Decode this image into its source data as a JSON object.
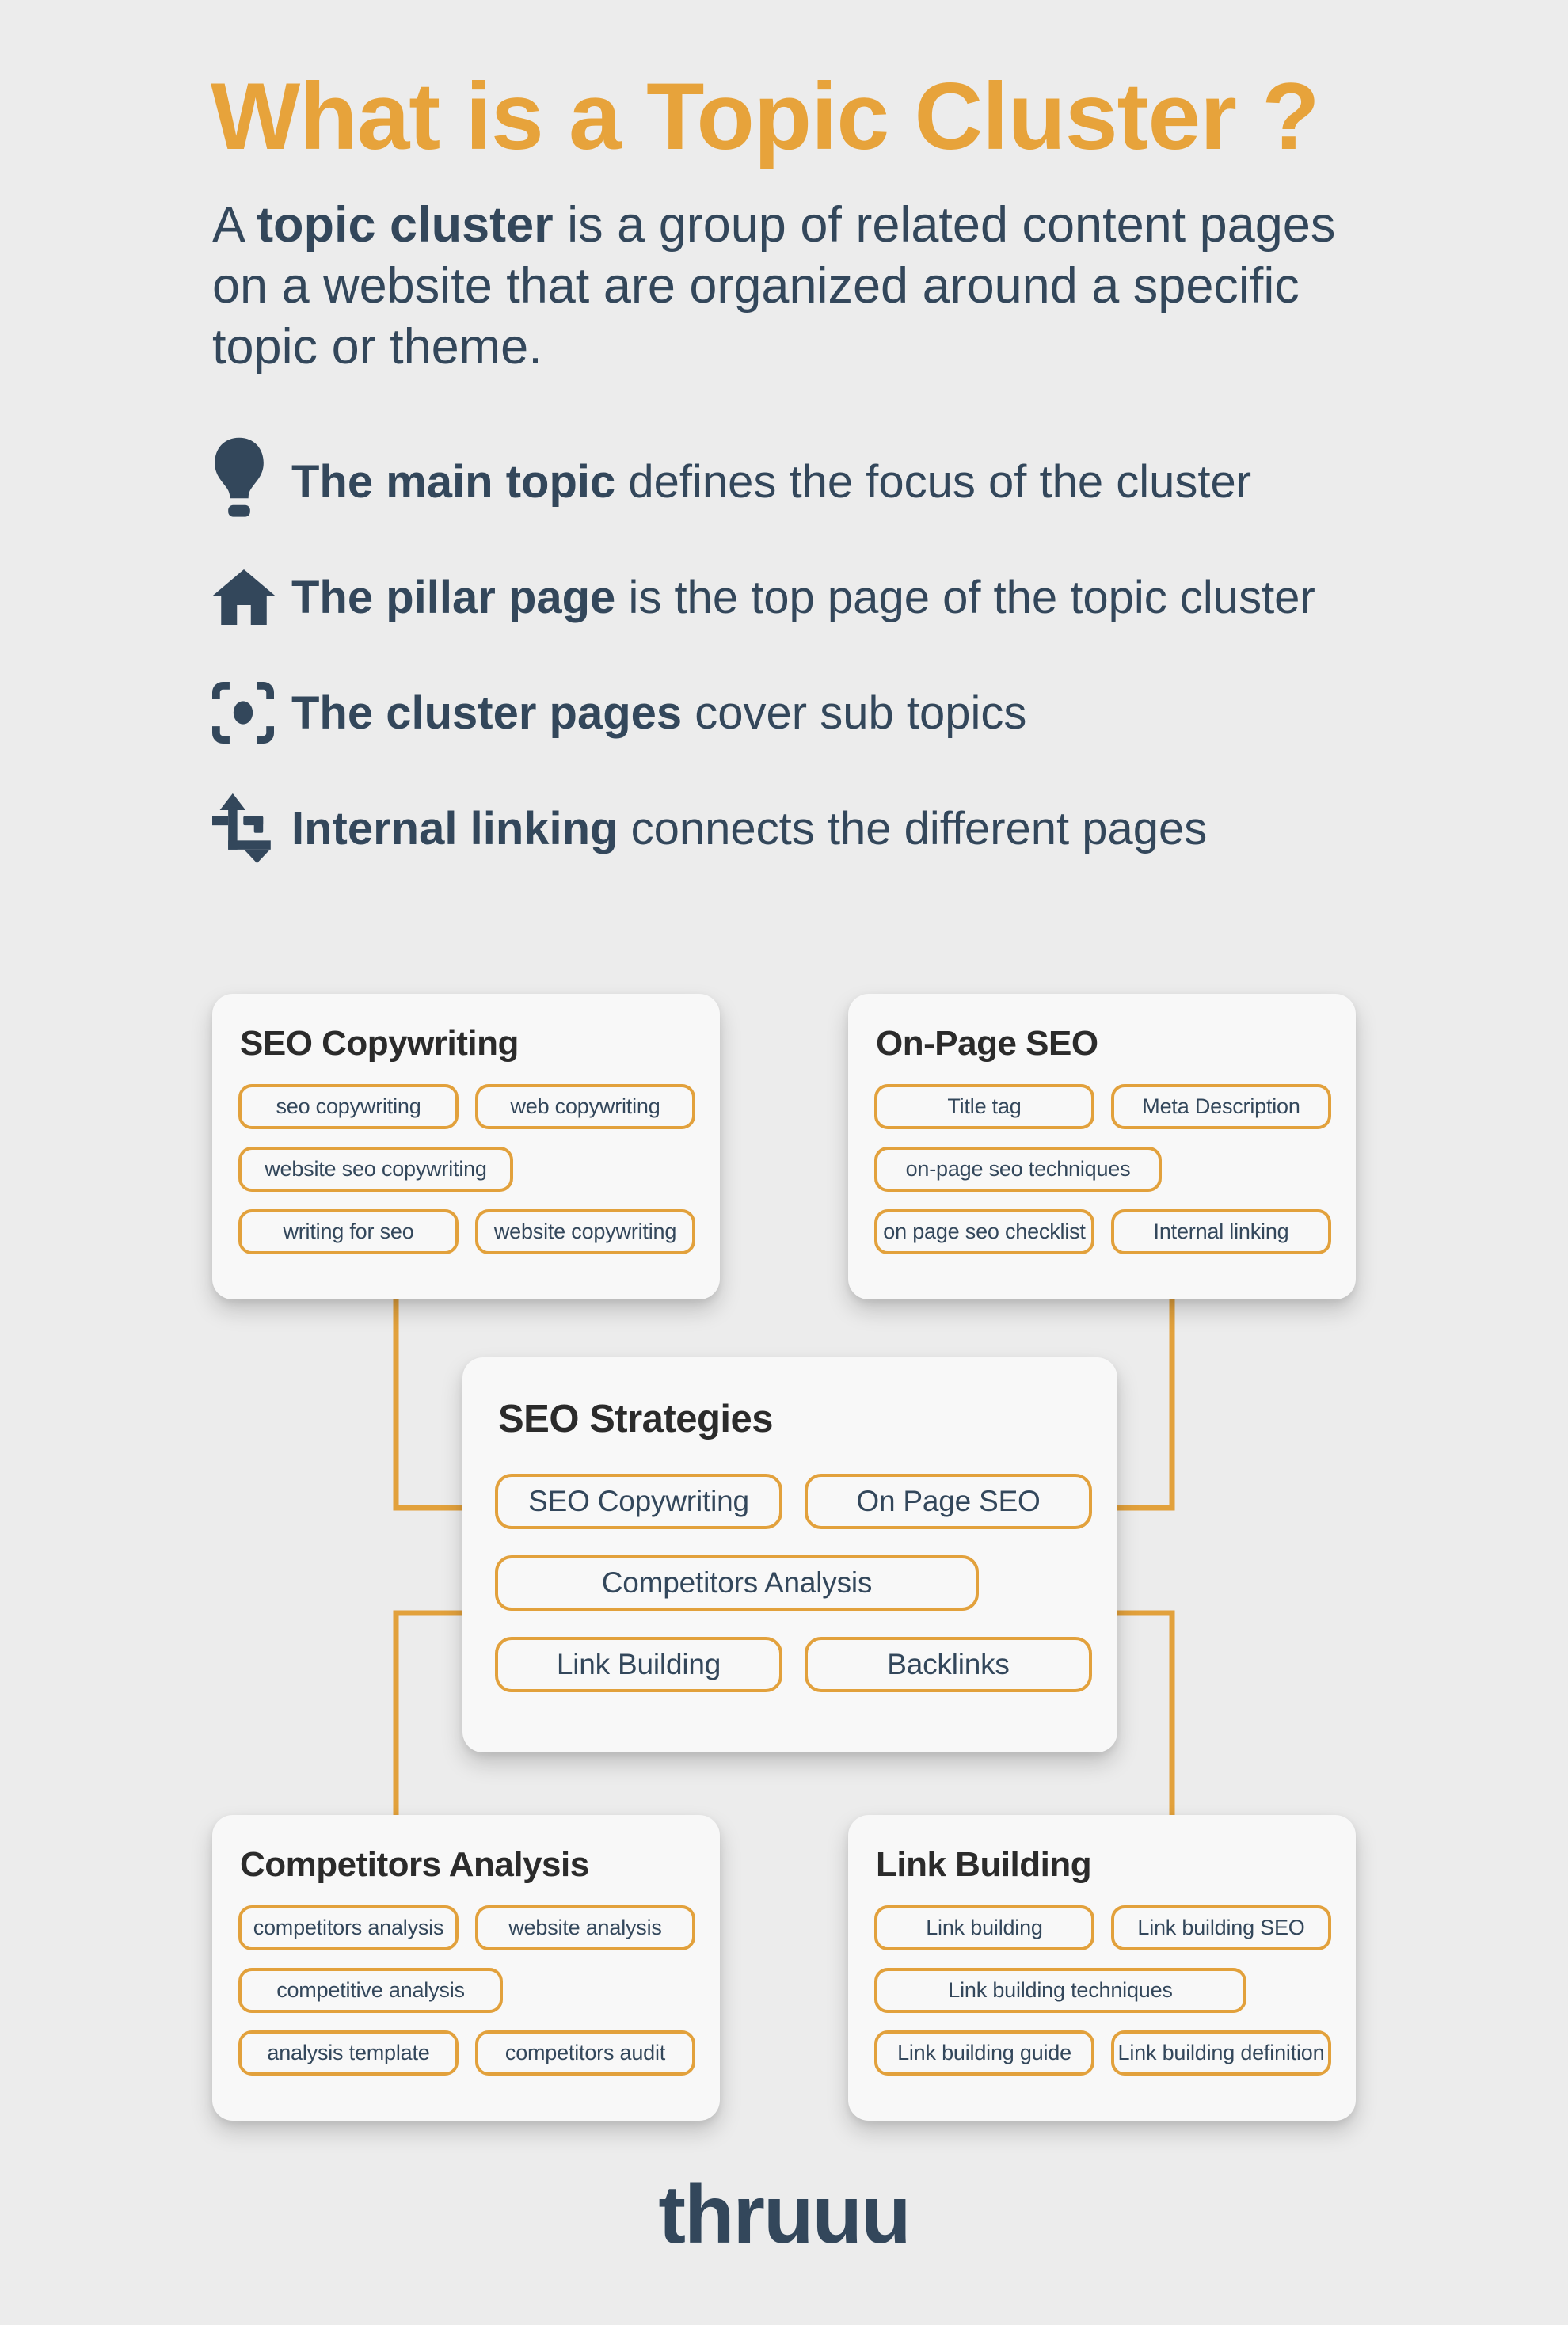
{
  "header": {
    "title": "What is a Topic Cluster ?",
    "intro_lead": "A ",
    "intro_bold": "topic cluster",
    "intro_rest": " is a group of related content pages on a website that are organized around a specific topic or theme."
  },
  "legend": {
    "items": [
      {
        "icon": "lightbulb-icon",
        "bold": "The main topic",
        "rest": " defines the focus of the cluster"
      },
      {
        "icon": "house-icon",
        "bold": "The pillar page",
        "rest": " is the top page of the topic cluster"
      },
      {
        "icon": "cluster-pages-icon",
        "bold": "The cluster pages",
        "rest": " cover sub topics"
      },
      {
        "icon": "internal-linking-icon",
        "bold": "Internal linking",
        "rest": " connects the different pages"
      }
    ]
  },
  "diagram": {
    "cards": {
      "seo_copywriting": {
        "title": "SEO Copywriting",
        "pills": {
          "r1c1": "seo copywriting",
          "r1c2": "web copywriting",
          "r2c1": "website seo copywriting",
          "r3c1": "writing for seo",
          "r3c2": "website copywriting"
        }
      },
      "on_page_seo": {
        "title": "On-Page SEO",
        "pills": {
          "r1c1": "Title tag",
          "r1c2": "Meta Description",
          "r2c1": "on-page seo techniques",
          "r3c1": "on page seo checklist",
          "r3c2": "Internal linking"
        }
      },
      "seo_strategies": {
        "title": "SEO Strategies",
        "pills": {
          "r1c1": "SEO Copywriting",
          "r1c2": "On Page SEO",
          "r2c1": "Competitors Analysis",
          "r3c1": "Link Building",
          "r3c2": "Backlinks"
        }
      },
      "competitors_analysis": {
        "title": "Competitors Analysis",
        "pills": {
          "r1c1": "competitors analysis",
          "r1c2": "website analysis",
          "r2c1": "competitive analysis",
          "r3c1": "analysis template",
          "r3c2": "competitors audit"
        }
      },
      "link_building": {
        "title": "Link Building",
        "pills": {
          "r1c1": "Link building",
          "r1c2": "Link building SEO",
          "r2c1": "Link building techniques",
          "r3c1": "Link building guide",
          "r3c2": "Link building definition"
        }
      }
    }
  },
  "footer": {
    "logo": "thruuu"
  },
  "colors": {
    "accent_orange": "#E2A13C",
    "title_orange": "#E7A33B",
    "navy_text": "#33475B",
    "card_title": "#2B2B2B",
    "background": "#ECECEC",
    "card_background": "#F8F8F8"
  }
}
